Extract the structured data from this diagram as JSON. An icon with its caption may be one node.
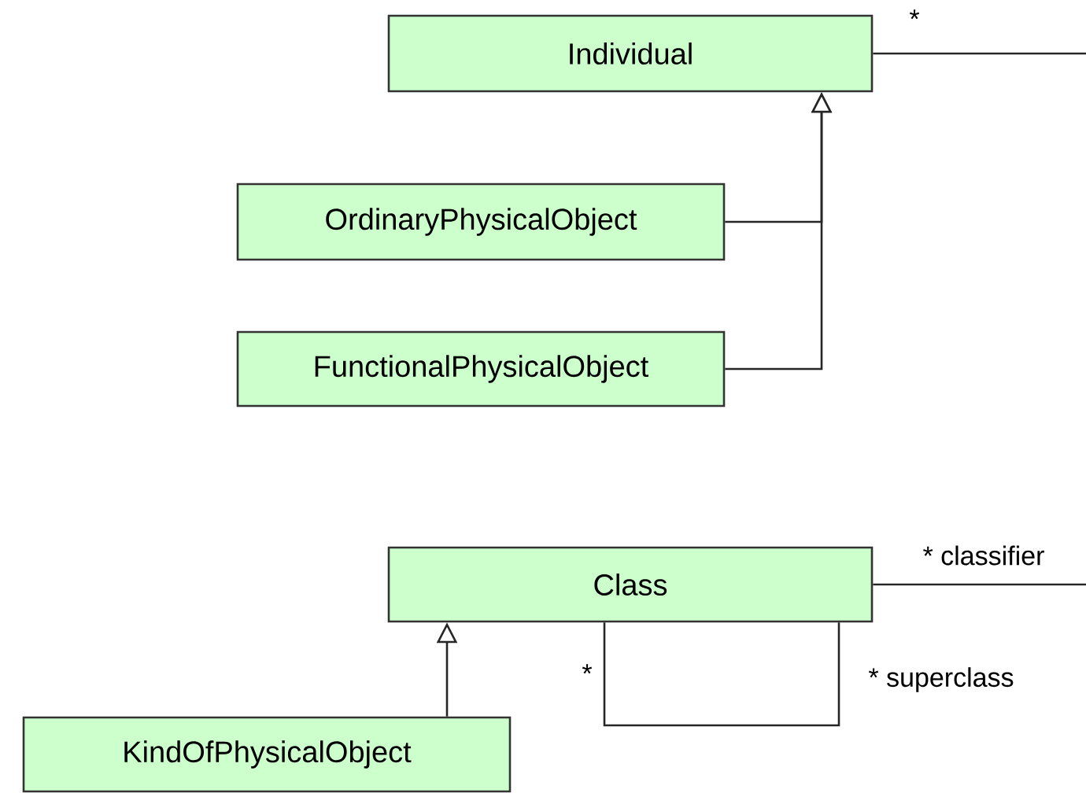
{
  "diagram": {
    "nodes": [
      {
        "text": [
          "Individual"
        ]
      },
      {
        "text": [
          "OrdinaryPhysicalObject"
        ]
      },
      {
        "text": [
          "FunctionalPhysicalObject"
        ]
      },
      {
        "text": [
          "Class"
        ]
      },
      {
        "text": [
          "KindOfPhysicalObject"
        ]
      }
    ],
    "edges": [
      {
        "from": 1,
        "to": 0,
        "arrow": "to"
      },
      {
        "from": 2,
        "to": 0,
        "arrow": "to"
      },
      {
        "from": 0,
        "to": null,
        "arrow": "none",
        "label": "*"
      },
      {
        "from": 4,
        "to": 3,
        "arrow": "to"
      },
      {
        "from": 3,
        "to": 3,
        "arrow": "none",
        "label": "* superclass"
      },
      {
        "from": 3,
        "to": null,
        "arrow": "none",
        "label": "* classifier"
      }
    ],
    "labels": [
      "*"
    ]
  }
}
